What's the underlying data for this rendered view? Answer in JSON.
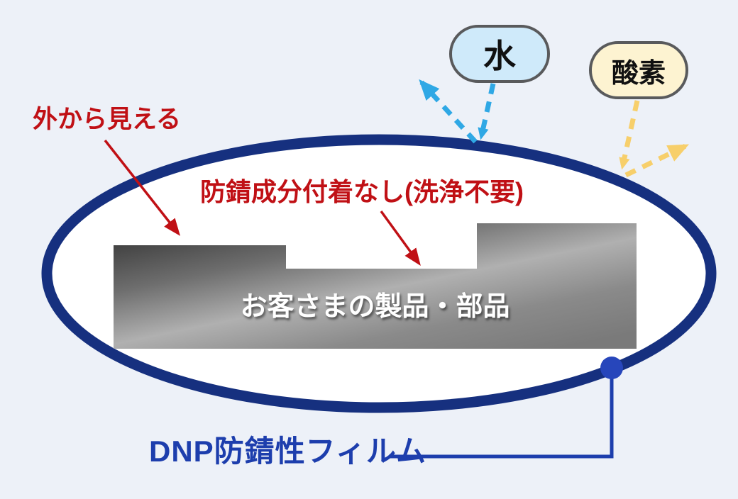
{
  "diagram": {
    "annotations": {
      "visible_from_outside": "外から見える",
      "no_residue": "防錆成分付着なし(洗浄不要)"
    },
    "product_label": "お客さまの製品・部品",
    "film_label": "DNP防錆性フィルム",
    "water_label": "水",
    "oxygen_label": "酸素",
    "icons": {
      "water_bounce_arrow": "dashed-reflect-arrow",
      "oxygen_bounce_arrow": "dashed-reflect-arrow",
      "red_pointer_arrows": "solid-arrow"
    },
    "colors": {
      "background": "#edf1f8",
      "film_ring_navy": "#16307f",
      "film_text_blue": "#1d3ead",
      "connector_dot_blue": "#2746bb",
      "annotation_red": "#c01015",
      "water_bubble_fill": "#cfeafa",
      "oxygen_bubble_fill": "#fdf3d1",
      "bubble_border_gray": "#595a5c",
      "water_arrow_blue": "#2fa8e5",
      "oxygen_arrow_yellow": "#f7cf6b",
      "product_gradient_dark": "#2e2e2e",
      "product_gradient_light": "#b0b0b0"
    }
  }
}
